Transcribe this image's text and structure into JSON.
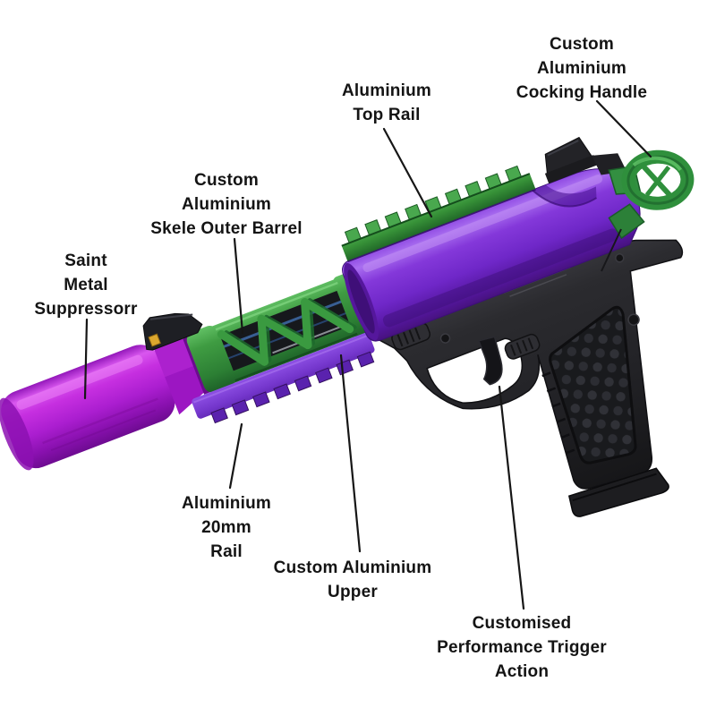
{
  "annotations": [
    {
      "part": "suppressor",
      "label": "Saint\nMetal\nSuppressorr"
    },
    {
      "part": "skele_outer_barrel",
      "label": "Custom\nAluminium\nSkele Outer Barrel"
    },
    {
      "part": "top_rail",
      "label": "Aluminium\nTop Rail"
    },
    {
      "part": "cocking_handle",
      "label": "Custom\nAluminium\nCocking Handle"
    },
    {
      "part": "rail_20mm",
      "label": "Aluminium\n20mm\nRail"
    },
    {
      "part": "upper",
      "label": "Custom Aluminium\nUpper"
    },
    {
      "part": "trigger",
      "label": "Customised\nPerformance Trigger\nAction"
    }
  ],
  "colors": {
    "background": "#ffffff",
    "label_text": "#141414",
    "leader_line": "#161616",
    "suppressor_magenta": "#b424d8",
    "upper_purple": "#7b2fd0",
    "rail_purple": "#7a3fd4",
    "anodized_green": "#3f9c42",
    "frame_black": "#242428",
    "fiber_optic_gold": "#dca72f"
  }
}
